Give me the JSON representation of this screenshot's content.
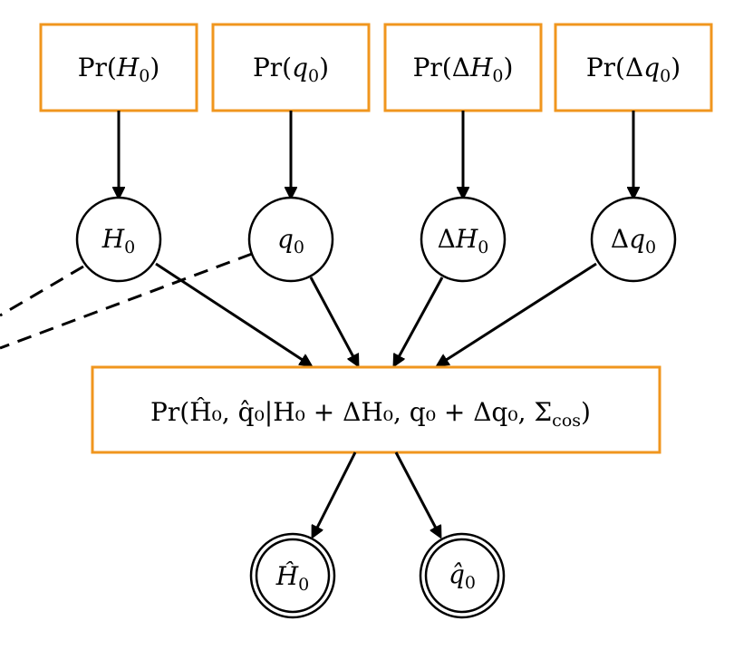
{
  "diagram": {
    "priors": [
      {
        "id": "prior-h0",
        "pr": "Pr(",
        "sym": "H",
        "sub": "0",
        "close": ")"
      },
      {
        "id": "prior-q0",
        "pr": "Pr(",
        "sym": "q",
        "sub": "0",
        "close": ")"
      },
      {
        "id": "prior-dh0",
        "pr": "Pr(Δ",
        "sym": "H",
        "sub": "0",
        "close": ")"
      },
      {
        "id": "prior-dq0",
        "pr": "Pr(Δ",
        "sym": "q",
        "sub": "0",
        "close": ")"
      }
    ],
    "nodes": [
      {
        "id": "node-h0",
        "pre": "",
        "sym": "H",
        "sub": "0"
      },
      {
        "id": "node-q0",
        "pre": "",
        "sym": "q",
        "sub": "0"
      },
      {
        "id": "node-dh0",
        "pre": "Δ",
        "sym": "H",
        "sub": "0"
      },
      {
        "id": "node-dq0",
        "pre": "Δ",
        "sym": "q",
        "sub": "0"
      }
    ],
    "likelihood": {
      "label": "Pr(Ĥ₀, q̂₀|H₀ + ΔH₀, q₀ + Δq₀, Σ",
      "sub": "cos",
      "close": ")"
    },
    "observed": [
      {
        "id": "obs-h0hat",
        "sym": "Ĥ",
        "sub": "0"
      },
      {
        "id": "obs-q0hat",
        "sym": "q̂",
        "sub": "0"
      }
    ],
    "colors": {
      "box_stroke": "#f0961e",
      "line": "#000000"
    }
  }
}
